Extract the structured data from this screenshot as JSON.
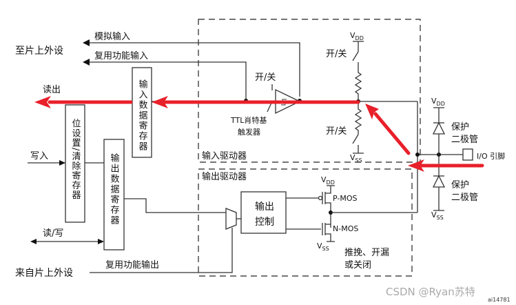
{
  "labels": {
    "to_peripheral": "至片上外设",
    "analog_input": "模拟输入",
    "alt_func_input": "复用功能输入",
    "read_out": "读出",
    "write_in": "写入",
    "read_write": "读/写",
    "from_peripheral": "来自片上外设",
    "alt_func_output": "复用功能输出",
    "input_data_register": "输入数据寄存器",
    "bit_set_reset_register": "位设置/清除寄存器",
    "output_data_register": "输出数据寄存器",
    "switch_schmitt": "开/关",
    "schmitt_line1": "TTL肖特基",
    "schmitt_line2": "触发器",
    "switch_pullup": "开/关",
    "switch_pulldown": "开/关",
    "vdd": "V",
    "vdd_sub": "DD",
    "vss": "V",
    "vss_sub": "SS",
    "input_driver": "输入驱动器",
    "output_driver": "输出驱动器",
    "output_control_line1": "输出",
    "output_control_line2": "控制",
    "pmos": "P-MOS",
    "nmos": "N-MOS",
    "mode_line1": "推挽、开漏",
    "mode_line2": "或关闭",
    "protect_line1": "保护",
    "protect_line2": "二极管",
    "io_pin": "I/O 引脚",
    "figure_id": "ai14781",
    "watermark": "CSDN @Ryan苏特"
  },
  "colors": {
    "highlight_arrow": "#e8202a"
  }
}
